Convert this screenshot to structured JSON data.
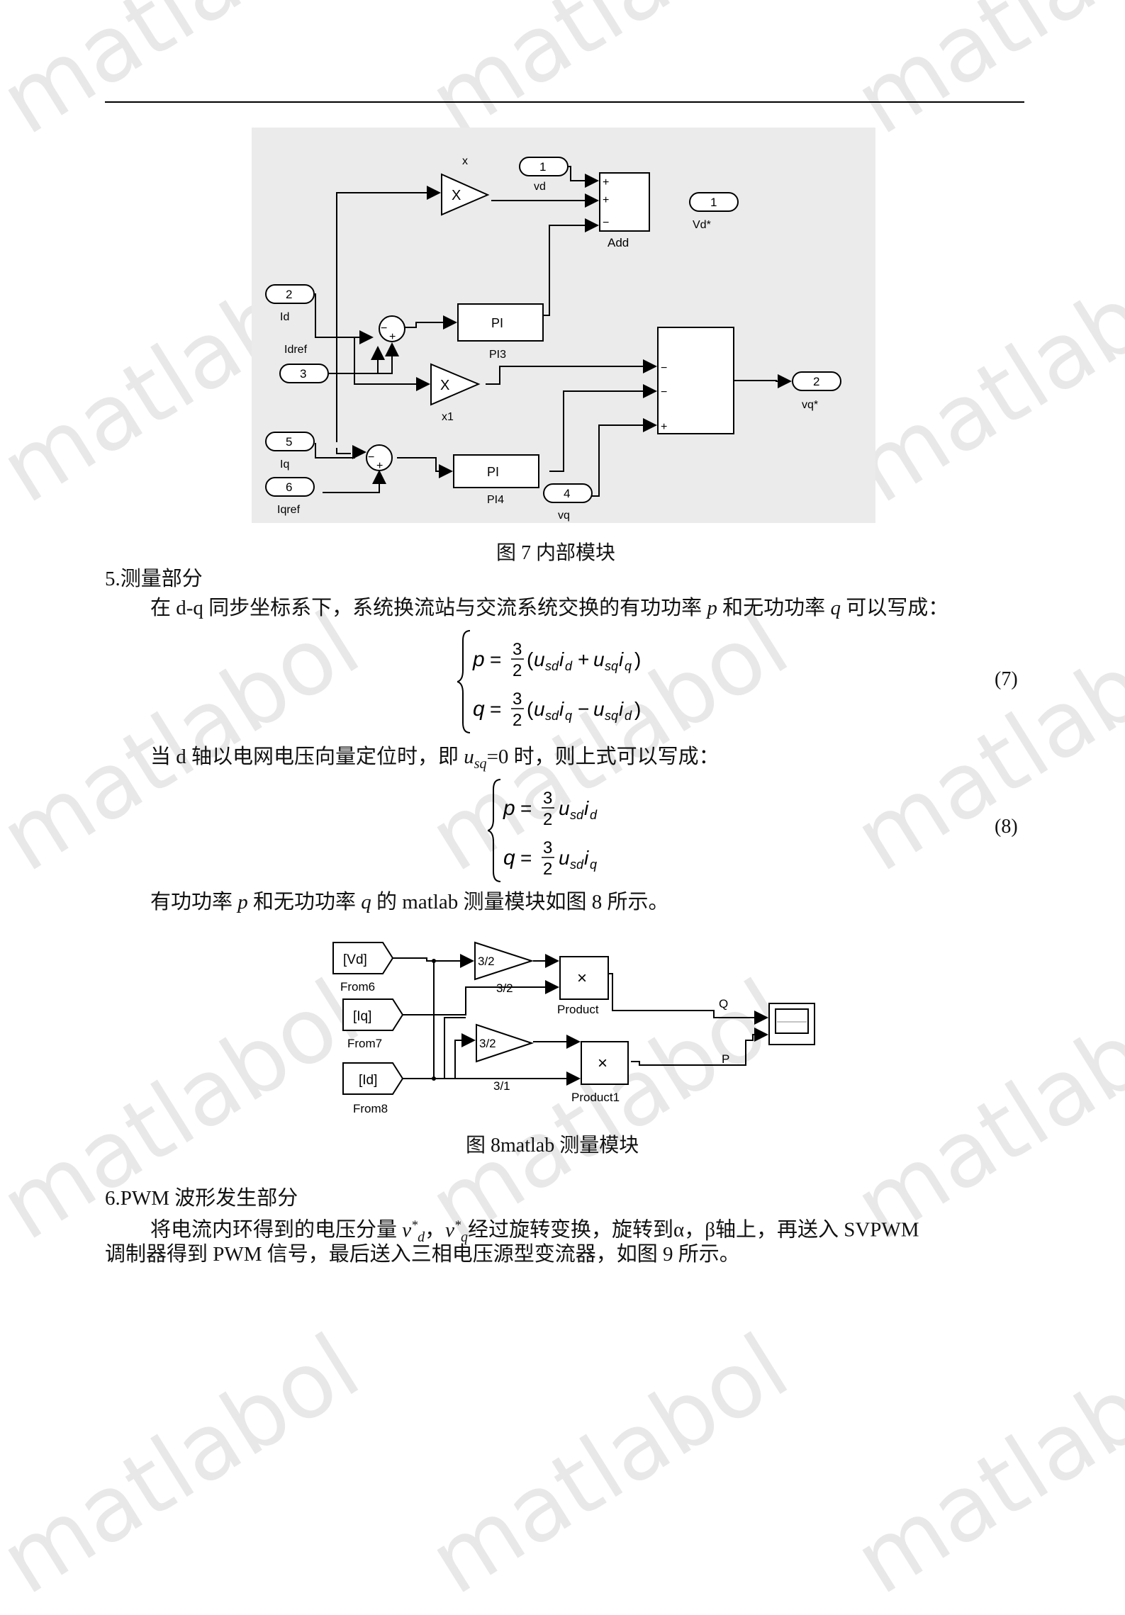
{
  "watermark": "matlabol",
  "figure7": {
    "caption": "图 7  内部模块",
    "labels": {
      "gain_x": "x",
      "gain_x1": "x1",
      "add": "Add",
      "in1": "1",
      "in1_name": "vd",
      "in2": "2",
      "in2_name": "Id",
      "in3": "3",
      "in3_name": "Idref",
      "in5": "5",
      "in5_name": "Iq",
      "in6": "6",
      "in6_name": "Iqref",
      "in4": "4",
      "in4_name": "vq",
      "out1": "1",
      "out1_name": "Vd*",
      "out2": "2",
      "out2_name": "vq*",
      "pi": "PI",
      "pi3": "PI3",
      "pi4": "PI4",
      "mul": "X",
      "plus": "+",
      "minus": "−"
    }
  },
  "section5": {
    "heading": "5.测量部分",
    "para1_a": "在 d-q 同步坐标系下，系统换流站与交流系统交换的有功功率 ",
    "para1_p": "p",
    "para1_b": " 和无功功率 ",
    "para1_q": "q",
    "para1_c": " 可以写成：",
    "eq7_no": "(7)",
    "para2_a": "当 d 轴以电网电压向量定位时，即 ",
    "para2_u": "u",
    "para2_sub": "sq",
    "para2_b": "=0 时，则上式可以写成：",
    "eq8_no": "(8)",
    "para3_a": "有功功率 ",
    "para3_p": "p",
    "para3_b": " 和无功功率 ",
    "para3_q": "q",
    "para3_c": " 的 matlab 测量模块如图 8 所示。"
  },
  "figure8": {
    "caption": "图 8matlab 测量模块",
    "labels": {
      "from6_tag": "[Vd]",
      "from6": "From6",
      "from7_tag": "[Iq]",
      "from7": "From7",
      "from8_tag": "[Id]",
      "from8": "From8",
      "gain1": "3/2",
      "gain1_name": "3/2",
      "gain2": "3/2",
      "gain2_name": "3/1",
      "product": "Product",
      "product1": "Product1",
      "sig_q": "Q",
      "sig_p": "P",
      "mul": "×"
    }
  },
  "section6": {
    "heading": "6.PWM 波形发生部分",
    "para1_a": "将电流内环得到的电压分量 ",
    "para1_b": "，",
    "para1_c": "经过旋转变换，旋转到α，β轴上，再送入 SVPWM",
    "para2": "调制器得到 PWM 信号，最后送入三相电压源型变流器，如图 9 所示。"
  }
}
